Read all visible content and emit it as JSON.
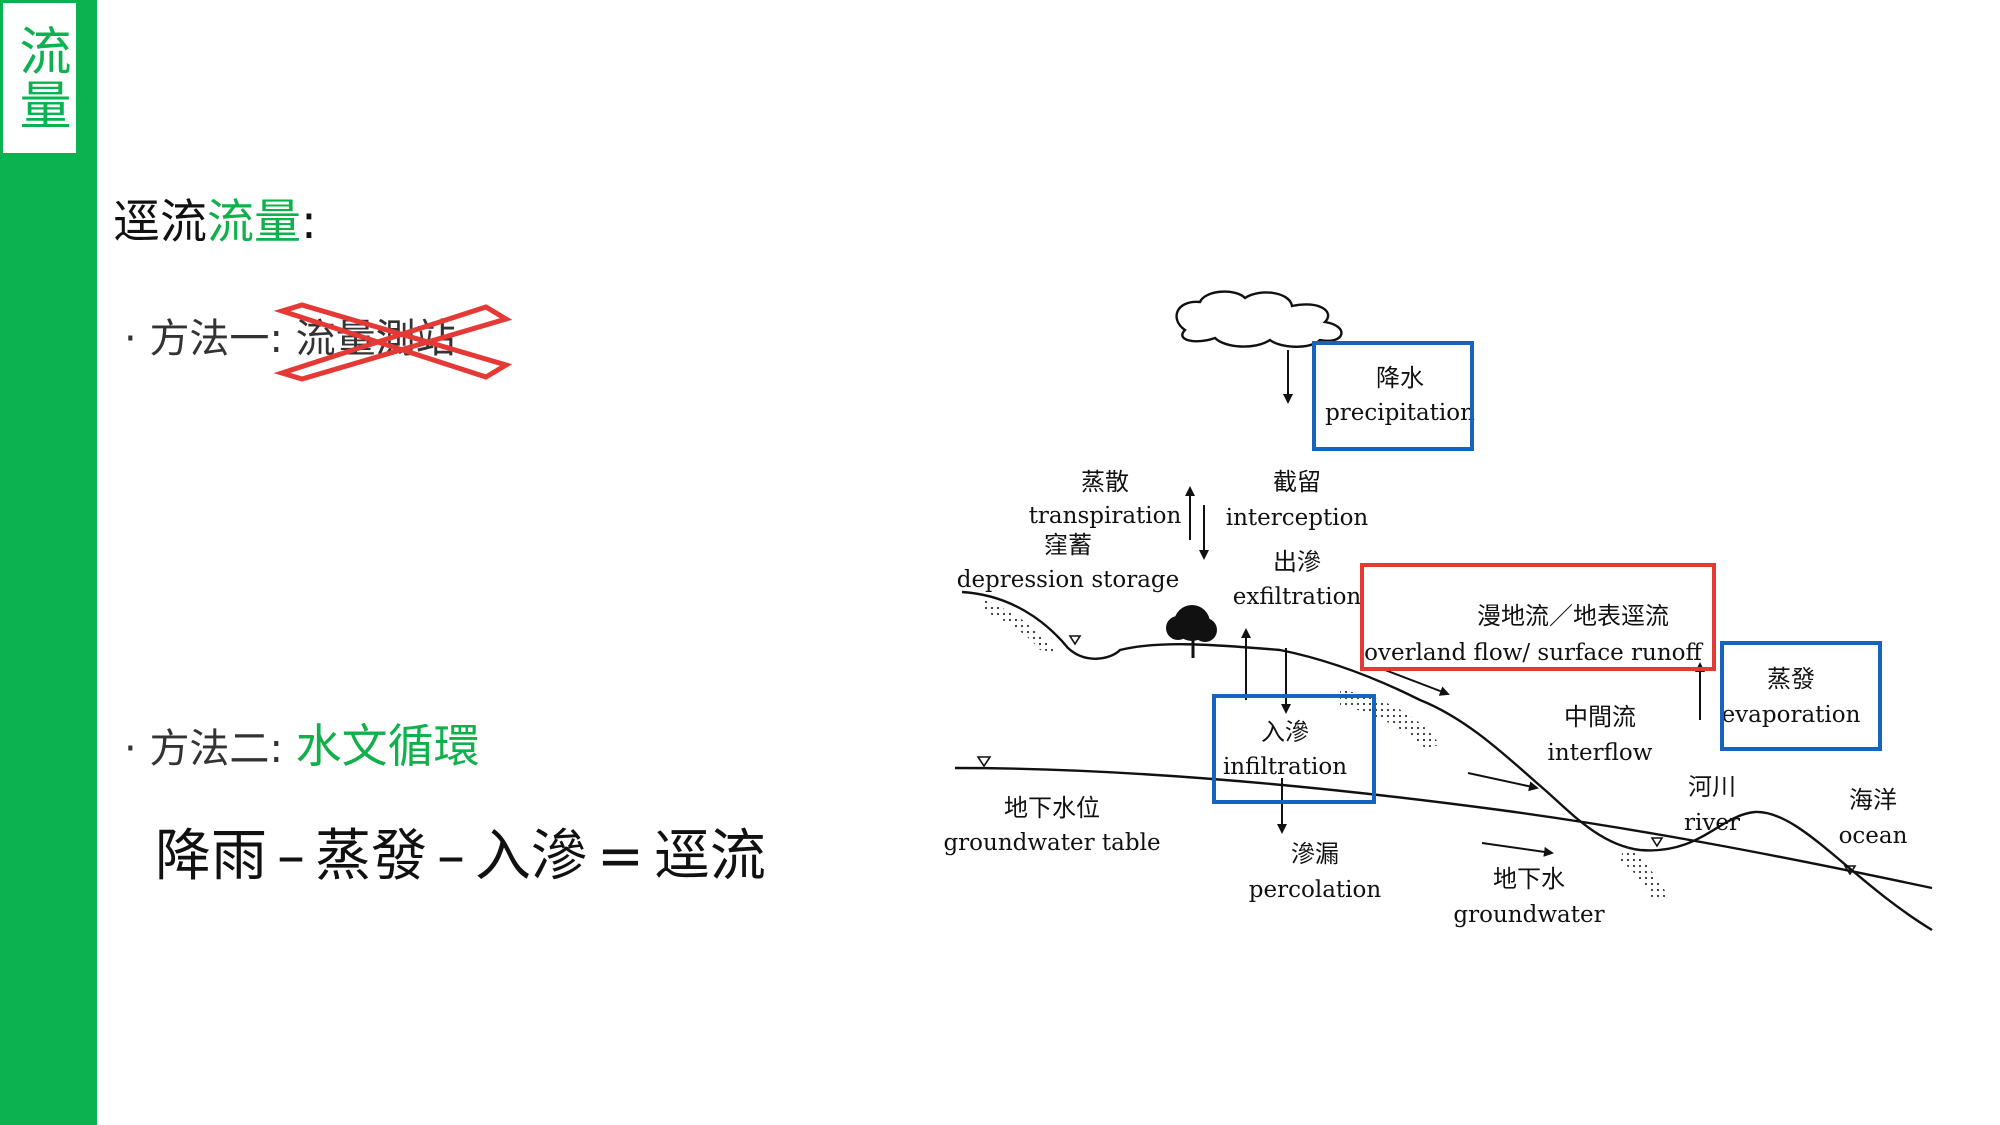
{
  "sidebar": {
    "title": "流量",
    "color": "#0bb24f"
  },
  "heading": {
    "part1": "逕流",
    "part2": "流量",
    "colon": ":"
  },
  "method1": {
    "bullet": "·",
    "prefix": "方法一",
    "colon": ":",
    "text": "流量測站",
    "cross_color": "#e53935"
  },
  "method2": {
    "bullet": "·",
    "prefix": "方法二",
    "colon": ":",
    "text": "水文循環"
  },
  "equation": {
    "term1": "降雨",
    "op1": "–",
    "term2": "蒸發",
    "op2": "–",
    "term3": "入滲",
    "op3": "=",
    "result": "逕流"
  },
  "diagram": {
    "highlight_blue": "#1565c0",
    "highlight_red": "#e53935",
    "labels": {
      "precipitation_cn": "降水",
      "precipitation_en": "precipitation",
      "transpiration_cn": "蒸散",
      "transpiration_en": "transpiration",
      "interception_cn": "截留",
      "interception_en": "interception",
      "depression_cn": "窪蓄",
      "depression_en": "depression storage",
      "exfiltration_cn": "出滲",
      "exfiltration_en": "exfiltration",
      "overland_cn": "漫地流／地表逕流",
      "overland_en": "overland flow/ surface runoff",
      "evaporation_cn": "蒸發",
      "evaporation_en": "evaporation",
      "infiltration_cn": "入滲",
      "infiltration_en": "infiltration",
      "interflow_cn": "中間流",
      "interflow_en": "interflow",
      "river_cn": "河川",
      "river_en": "river",
      "ocean_cn": "海洋",
      "ocean_en": "ocean",
      "gwtable_cn": "地下水位",
      "gwtable_en": "groundwater table",
      "percolation_cn": "滲漏",
      "percolation_en": "percolation",
      "groundwater_cn": "地下水",
      "groundwater_en": "groundwater"
    }
  }
}
